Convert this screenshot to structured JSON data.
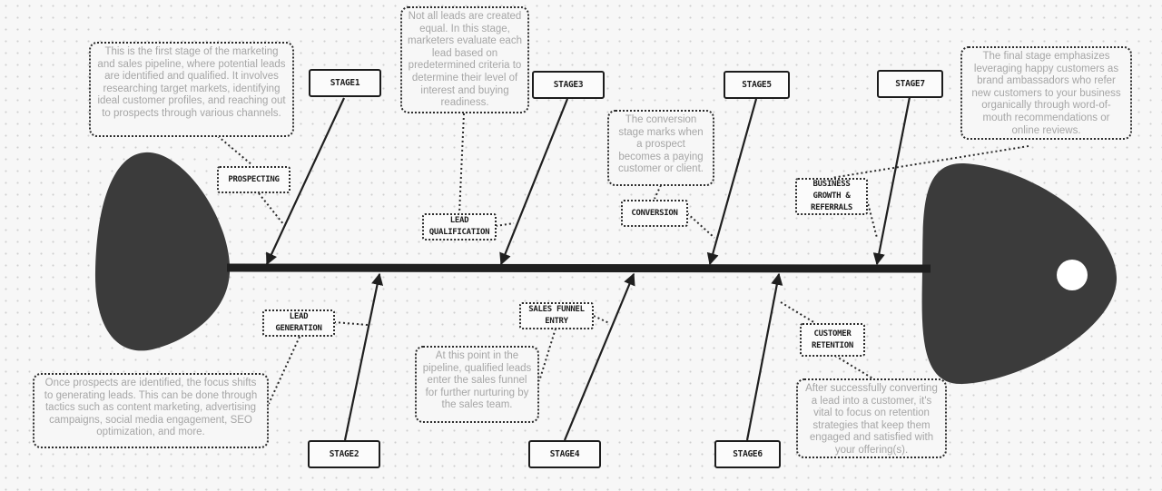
{
  "stages": {
    "s1": "STAGE1",
    "s2": "STAGE2",
    "s3": "STAGE3",
    "s4": "STAGE4",
    "s5": "STAGE5",
    "s6": "STAGE6",
    "s7": "STAGE7"
  },
  "labels": {
    "prospecting": "PROSPECTING",
    "lead_generation": "LEAD GENERATION",
    "lead_qualification": "LEAD QUALIFICATION",
    "sales_funnel_entry": "SALES FUNNEL ENTRY",
    "conversion": "CONVERSION",
    "customer_retention": "CUSTOMER RETENTION",
    "business_growth": "BUSINESS GROWTH & REFERRALS"
  },
  "descriptions": {
    "prospecting": "This is the first stage of the marketing and sales pipeline, where potential leads are identified and qualified. It involves researching target markets, identifying ideal customer profiles, and reaching out to prospects through various channels.",
    "lead_generation": "Once prospects are identified, the focus shifts to generating leads. This can be done through tactics such as content marketing, advertising campaigns, social media engagement, SEO optimization, and more.",
    "lead_qualification": "Not all leads are created equal. In this stage, marketers evaluate each lead based on predetermined criteria to determine their level of interest and buying readiness.",
    "sales_funnel_entry": "At this point in the pipeline, qualified leads enter the sales funnel for further nurturing by the sales team.",
    "conversion": "The conversion stage marks when a prospect becomes a paying customer or client.",
    "customer_retention": "After successfully converting a lead into a customer, it's vital to focus on retention strategies that keep them engaged and satisfied with your offering(s).",
    "business_growth": "The final stage emphasizes leveraging happy customers as brand ambassadors who refer new customers to your business organically through word-of-mouth recommendations or online reviews."
  },
  "colors": {
    "fish": "#3b3b3b",
    "spine": "#1f1f1f",
    "description_text": "#a6a6a6",
    "background": "#f7f7f7"
  }
}
